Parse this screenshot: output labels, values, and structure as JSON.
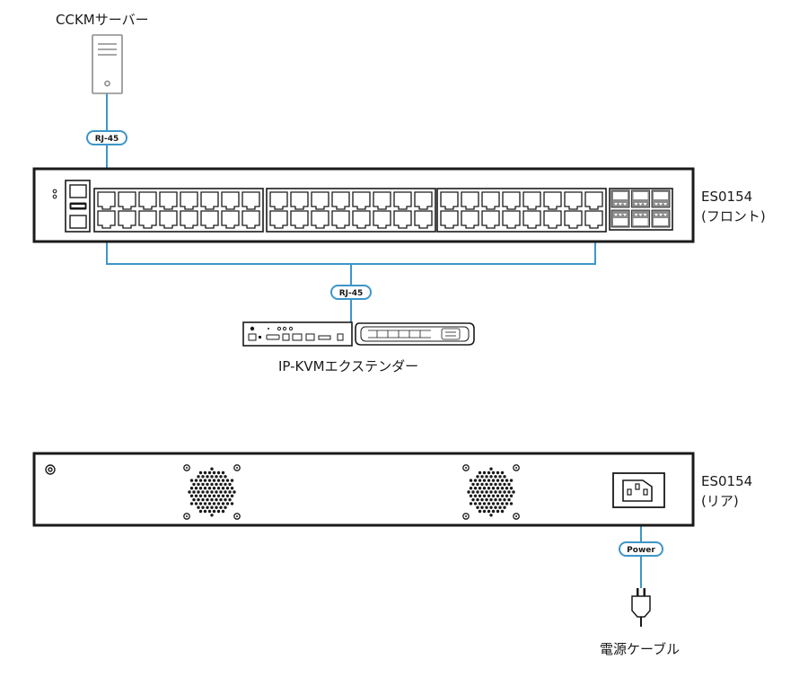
{
  "labels": {
    "server": "CCKMサーバー",
    "extender": "IP-KVMエクステンダー",
    "front_model": "ES0154",
    "front_side": "(フロント)",
    "rear_model": "ES0154",
    "rear_side": "(リア)",
    "power_cable": "電源ケーブル"
  },
  "cable_tags": {
    "server_link": "RJ-45",
    "extender_link": "RJ-45",
    "power": "Power"
  },
  "colors": {
    "cable": "#3d96c9",
    "outline": "#1a1a1a",
    "icon_gray": "#8c8c8c"
  },
  "icons": [
    "server-tower-icon",
    "ip-kvm-extender-icon",
    "power-plug-icon",
    "fan-vent-icon",
    "power-inlet-icon",
    "ground-screw-icon"
  ]
}
